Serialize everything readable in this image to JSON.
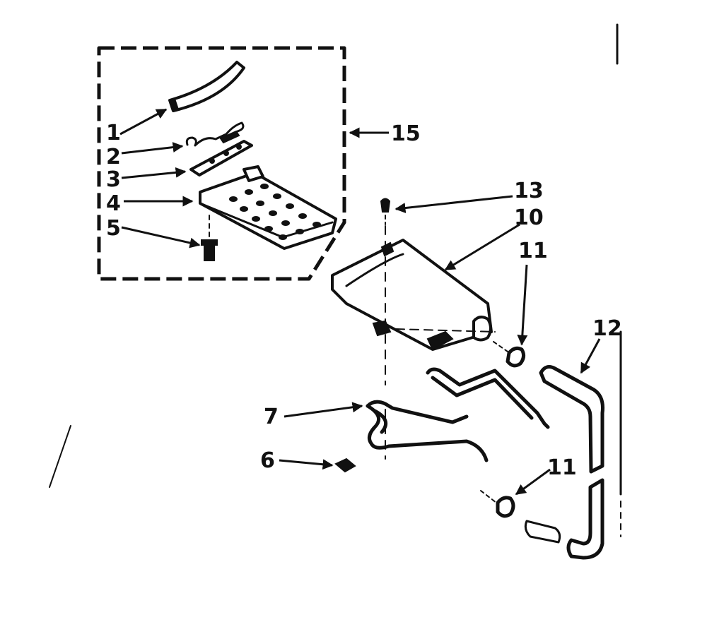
{
  "callouts": {
    "c1": "1",
    "c2": "2",
    "c3": "3",
    "c4": "4",
    "c5": "5",
    "c6": "6",
    "c7": "7",
    "c10": "10",
    "c11a": "11",
    "c11b": "11",
    "c12": "12",
    "c13": "13",
    "c15": "15"
  }
}
